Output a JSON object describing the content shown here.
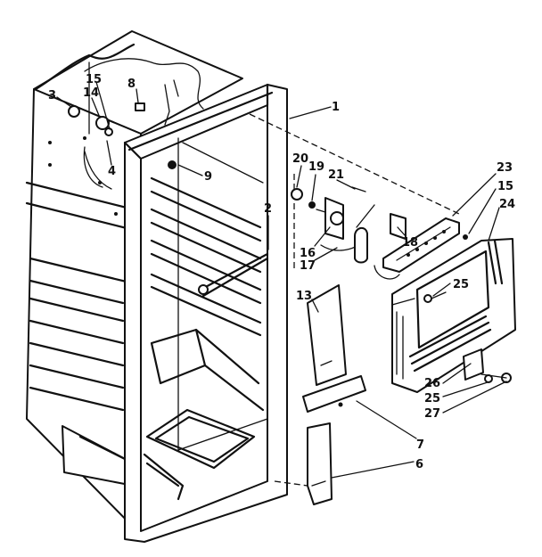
{
  "callouts": [
    {
      "id": "c1",
      "label": "1"
    },
    {
      "id": "c2",
      "label": "2"
    },
    {
      "id": "c3",
      "label": "3"
    },
    {
      "id": "c4",
      "label": "4"
    },
    {
      "id": "c6",
      "label": "6"
    },
    {
      "id": "c7",
      "label": "7"
    },
    {
      "id": "c8",
      "label": "8"
    },
    {
      "id": "c9",
      "label": "9"
    },
    {
      "id": "c13",
      "label": "13"
    },
    {
      "id": "c14",
      "label": "14"
    },
    {
      "id": "c15a",
      "label": "15"
    },
    {
      "id": "c15b",
      "label": "15"
    },
    {
      "id": "c16",
      "label": "16"
    },
    {
      "id": "c17",
      "label": "17"
    },
    {
      "id": "c18",
      "label": "18"
    },
    {
      "id": "c19",
      "label": "19"
    },
    {
      "id": "c20",
      "label": "20"
    },
    {
      "id": "c21",
      "label": "21"
    },
    {
      "id": "c23",
      "label": "23"
    },
    {
      "id": "c24",
      "label": "24"
    },
    {
      "id": "c25a",
      "label": "25"
    },
    {
      "id": "c25b",
      "label": "25"
    },
    {
      "id": "c26",
      "label": "26"
    },
    {
      "id": "c27",
      "label": "27"
    }
  ]
}
